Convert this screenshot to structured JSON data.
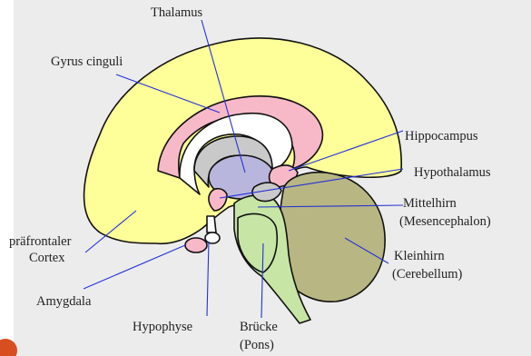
{
  "diagram": {
    "labels": {
      "thalamus": "Thalamus",
      "gyrus_cinguli": "Gyrus cinguli",
      "hippocampus": "Hippocampus",
      "hypothalamus": "Hypothalamus",
      "mittelhirn": "Mittelhirn",
      "mesencephalon": "(Mesencephalon)",
      "praefrontaler": "präfrontaler",
      "cortex": "Cortex",
      "kleinhirn": "Kleinhirn",
      "cerebellum": "(Cerebellum)",
      "amygdala": "Amygdala",
      "hypophyse": "Hypophyse",
      "bruecke": "Brücke",
      "pons": "(Pons)"
    },
    "colors": {
      "background": "#ececec",
      "cortex": "#ffff99",
      "cingulate": "#f7b9c8",
      "thalamus": "#b8b6dc",
      "cerebellum": "#b8b682",
      "brainstem": "#c7e6a6",
      "leader_lines": "#2430d8",
      "corner_badge": "#d94e1f"
    }
  }
}
